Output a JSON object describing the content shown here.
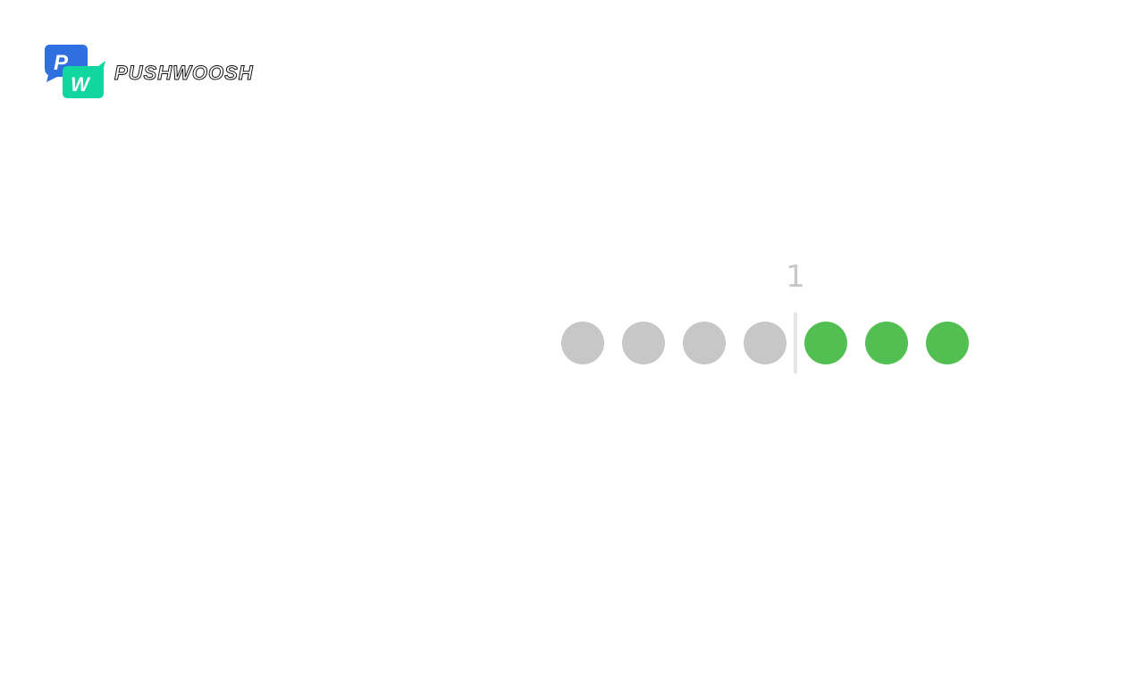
{
  "brand": {
    "name": "PUSHWOOSH",
    "logo_letters": [
      "P",
      "W"
    ],
    "colors": {
      "blue": "#2f6fe0",
      "green": "#12d6a0"
    }
  },
  "indicator": {
    "counter": "1",
    "dots": [
      {
        "state": "inactive",
        "color": "#c7c7c7"
      },
      {
        "state": "inactive",
        "color": "#c7c7c7"
      },
      {
        "state": "inactive",
        "color": "#c7c7c7"
      },
      {
        "state": "inactive",
        "color": "#c7c7c7"
      },
      {
        "state": "active",
        "color": "#52bf53"
      },
      {
        "state": "active",
        "color": "#52bf53"
      },
      {
        "state": "active",
        "color": "#52bf53"
      }
    ],
    "divider_after": 4
  }
}
